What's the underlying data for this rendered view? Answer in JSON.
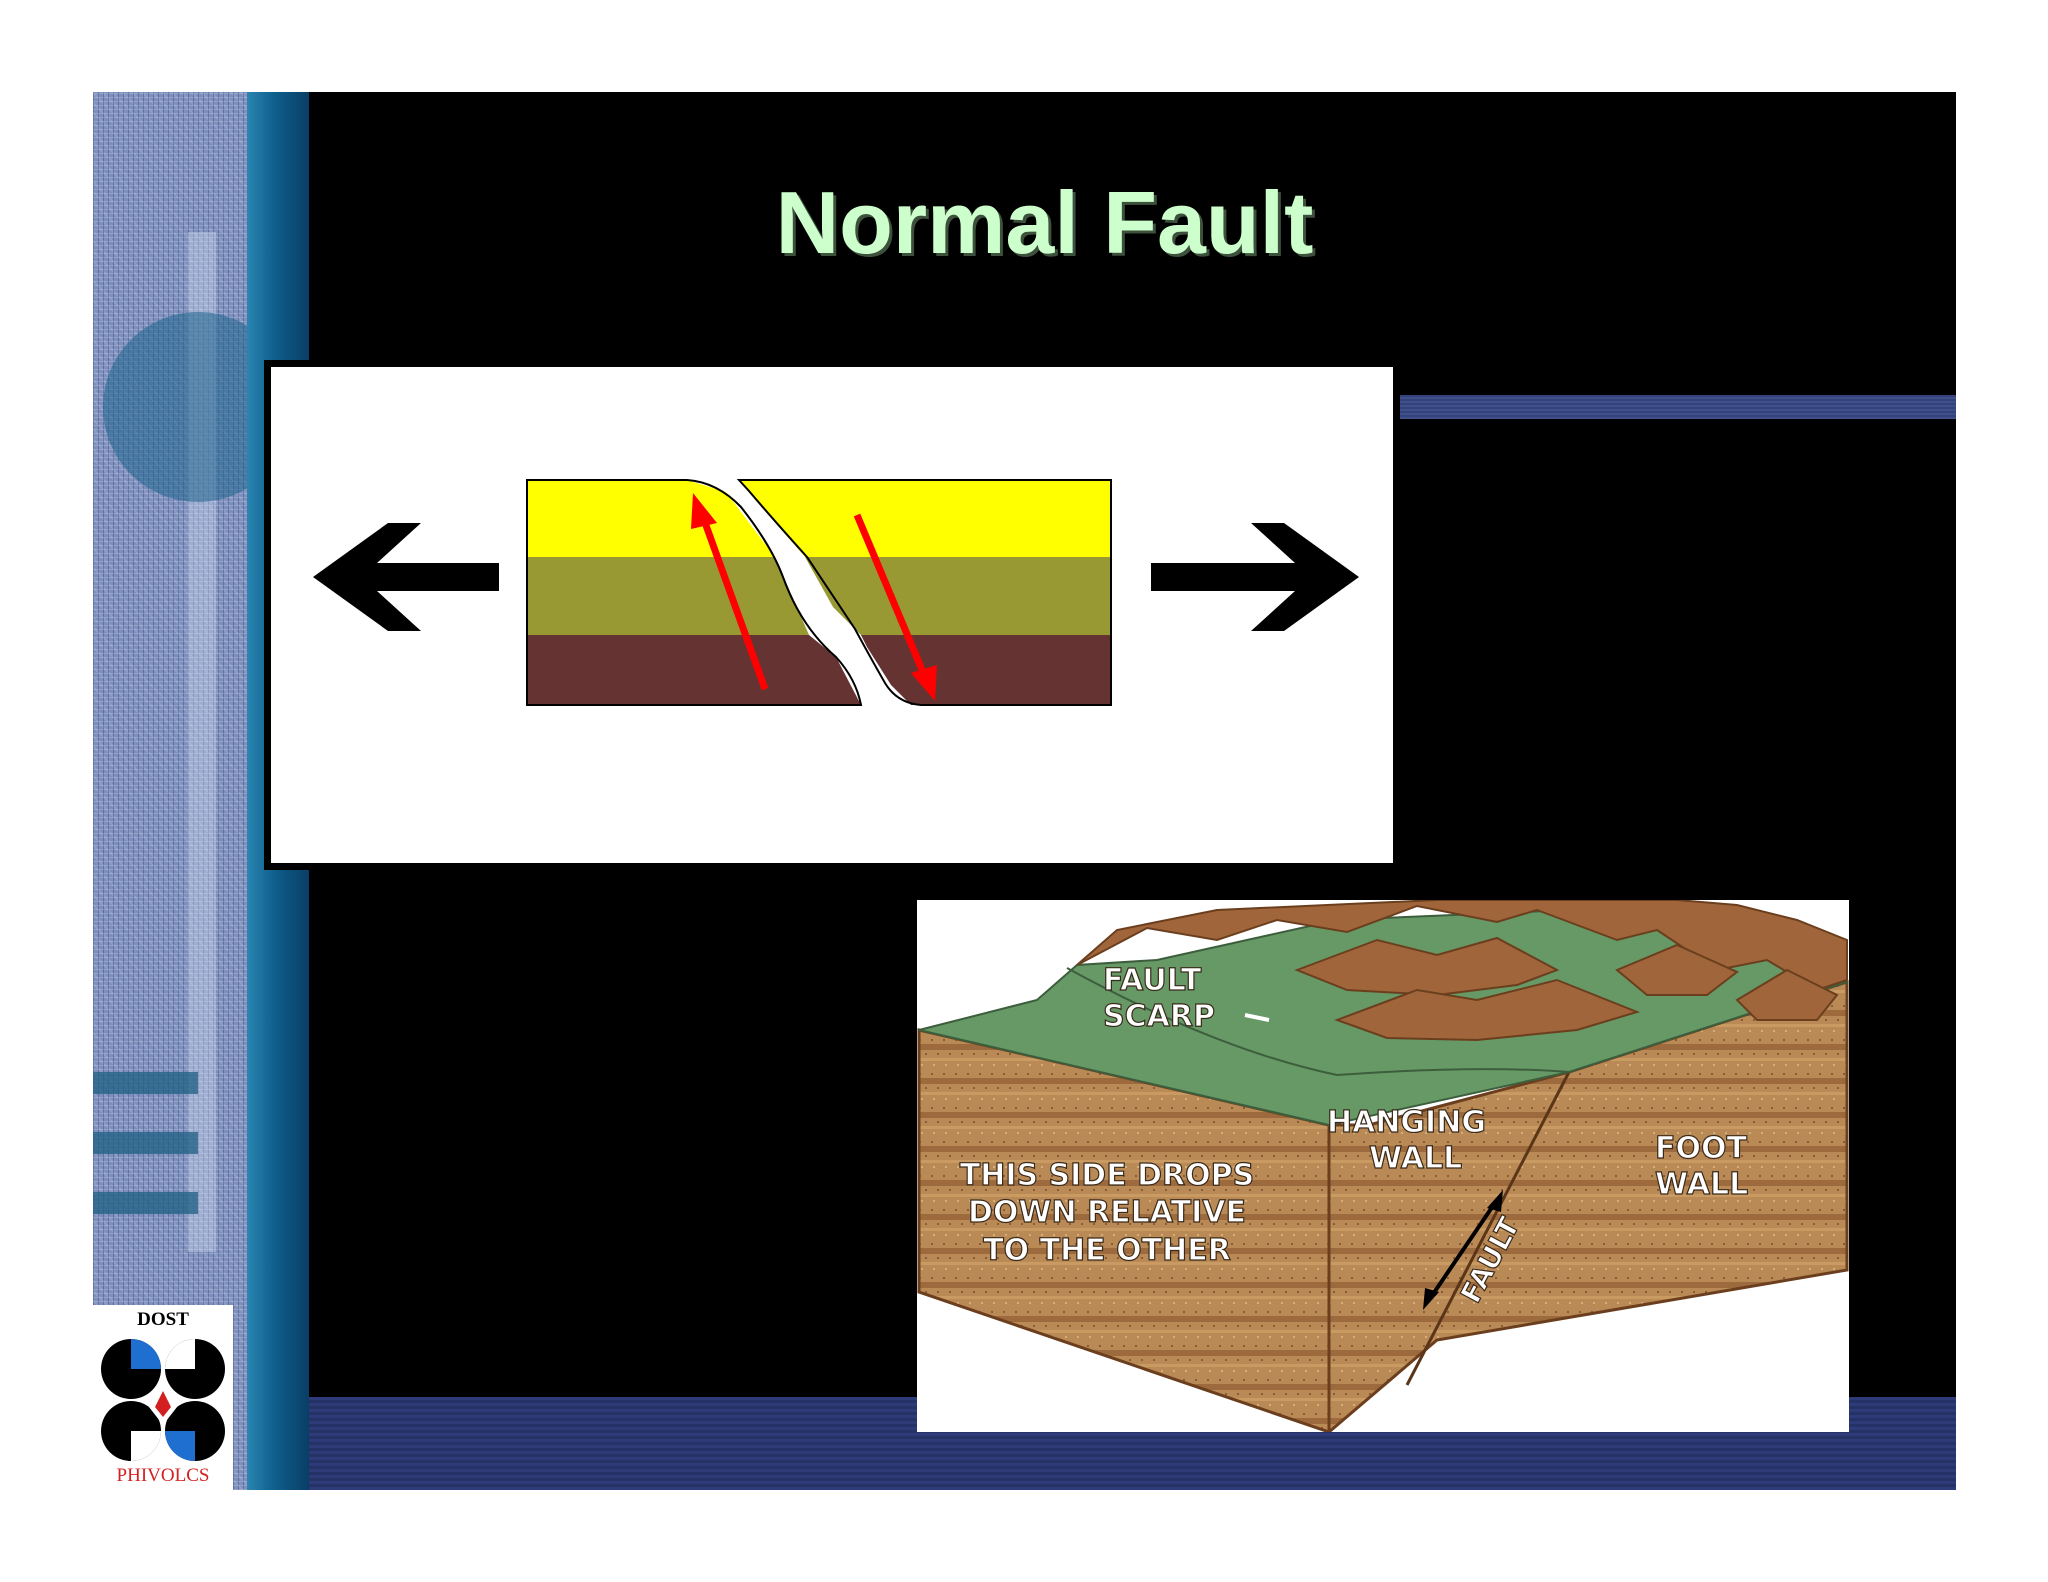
{
  "slide": {
    "title": "Normal Fault"
  },
  "diagram1": {
    "colors": {
      "top_layer": "#ffff00",
      "middle_layer": "#999933",
      "bottom_layer": "#663333",
      "motion_arrows": "#ff0000",
      "extension_arrows": "#000000"
    }
  },
  "diagram2": {
    "labels": {
      "fault_scarp_line1": "FAULT",
      "fault_scarp_line2": "SCARP",
      "hanging_wall_line1": "HANGING",
      "hanging_wall_line2": "WALL",
      "foot_wall_line1": "FOOT",
      "foot_wall_line2": "WALL",
      "drop_line1": "THIS SIDE DROPS",
      "drop_line2": "DOWN RELATIVE",
      "drop_line3": "TO THE OTHER",
      "fault_plane": "FAULT"
    }
  },
  "logo": {
    "top_text": "DOST",
    "bottom_text": "PHIVOLCS"
  }
}
